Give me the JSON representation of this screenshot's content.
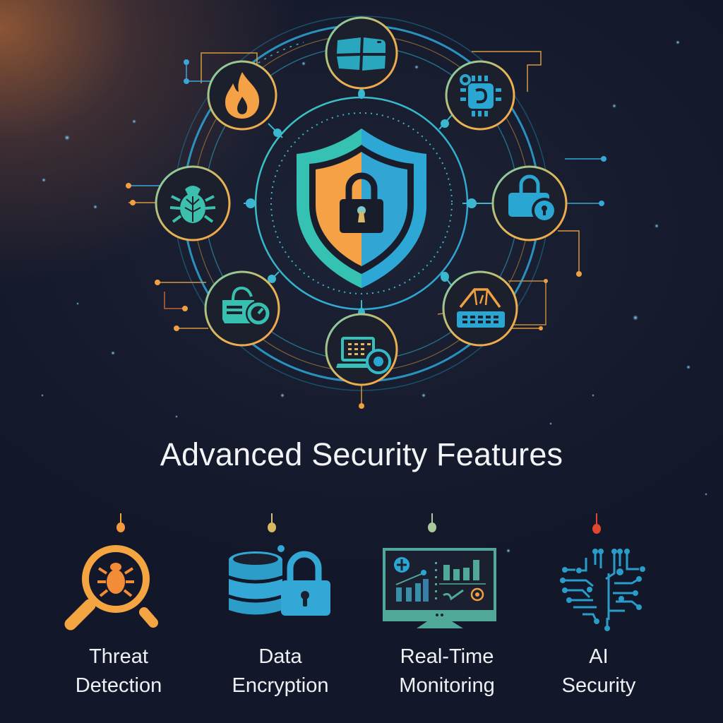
{
  "title": "Advanced Security Features",
  "colors": {
    "background": "#151a2c",
    "teal": "#3cc6b4",
    "blue": "#2ea8d8",
    "orange": "#f5a142",
    "red": "#e0472c",
    "text": "#f2f3f6"
  },
  "hub": {
    "icon": "shield-lock-icon",
    "orbit_nodes": [
      {
        "position": "top",
        "icon": "firewall-panel-icon"
      },
      {
        "position": "top-right",
        "icon": "microchip-icon"
      },
      {
        "position": "right",
        "icon": "locked-folder-icon"
      },
      {
        "position": "bottom-right",
        "icon": "network-switch-icon"
      },
      {
        "position": "bottom",
        "icon": "laptop-monitoring-icon"
      },
      {
        "position": "bottom-left",
        "icon": "secure-card-icon"
      },
      {
        "position": "left",
        "icon": "bug-icon"
      },
      {
        "position": "top-left",
        "icon": "flame-icon"
      }
    ]
  },
  "features": [
    {
      "line1": "Threat",
      "line2": "Detection",
      "icon": "magnifier-bug-icon",
      "dot_color": "#f59a3c"
    },
    {
      "line1": "Data",
      "line2": "Encryption",
      "icon": "database-lock-icon",
      "dot_color": "#d9b765"
    },
    {
      "line1": "Real-Time",
      "line2": "Monitoring",
      "icon": "dashboard-monitor-icon",
      "dot_color": "#a9c99a"
    },
    {
      "line1": "AI",
      "line2": "Security",
      "icon": "circuit-brain-icon",
      "dot_color": "#e0472c"
    }
  ]
}
